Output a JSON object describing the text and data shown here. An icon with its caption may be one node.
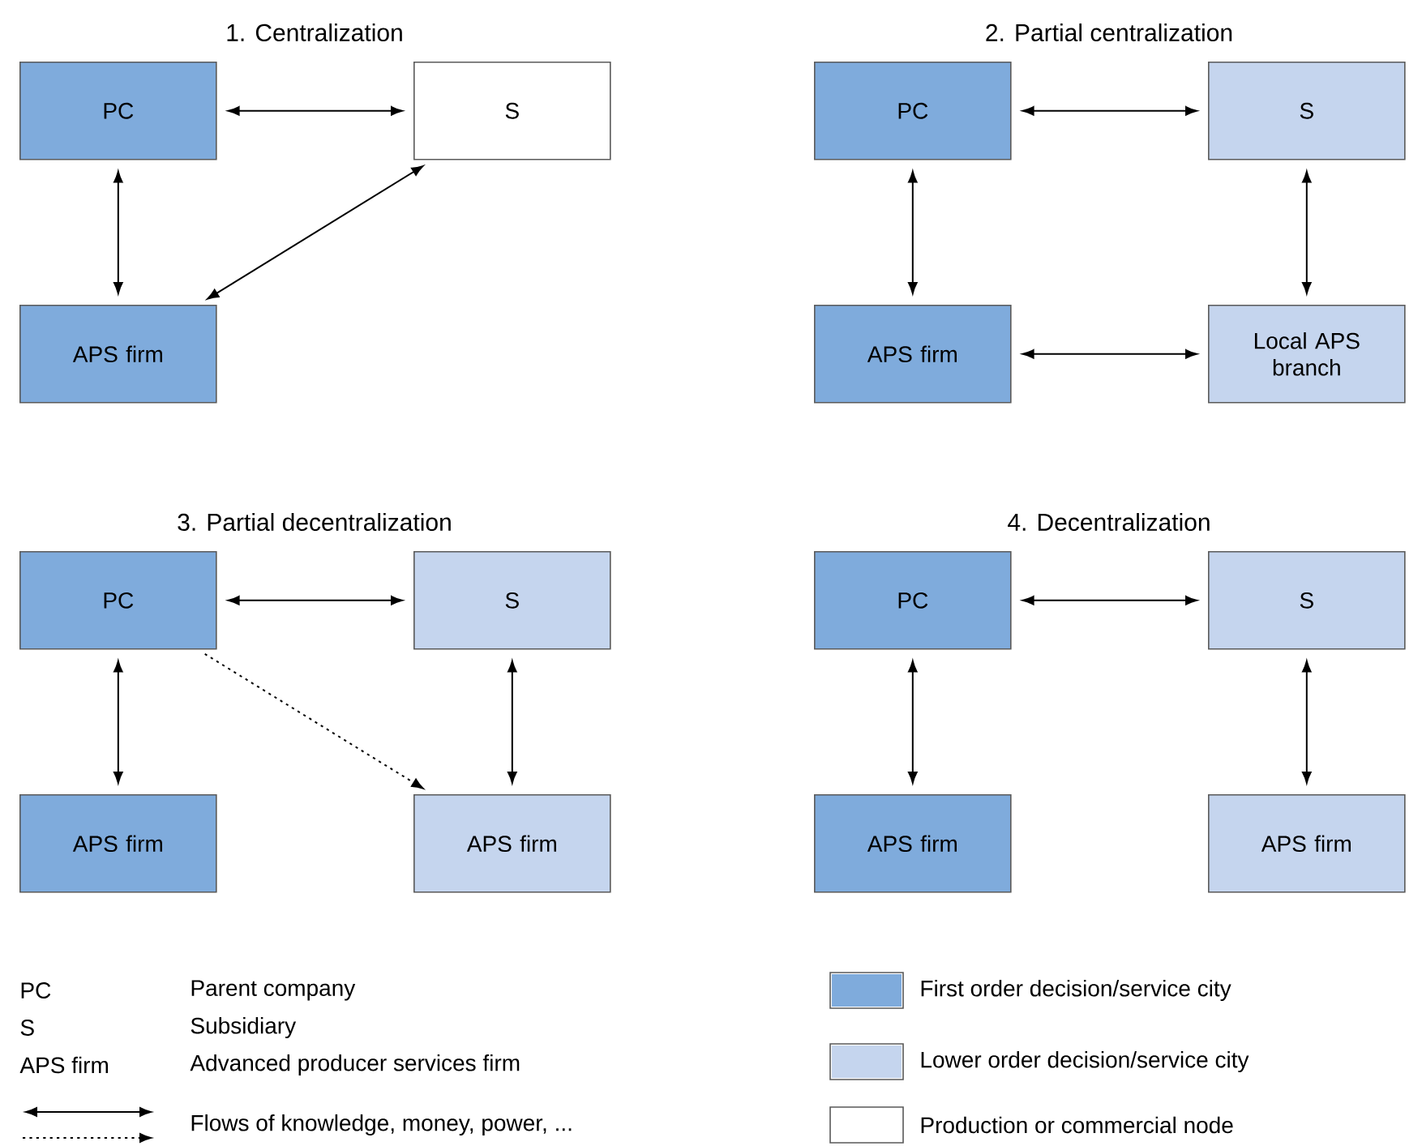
{
  "diagram": {
    "nodes": [
      {
        "text": [
          "PC"
        ]
      },
      {
        "text": [
          "S"
        ]
      },
      {
        "text": [
          "APS firm"
        ]
      },
      {
        "text": [
          "PC"
        ]
      },
      {
        "text": [
          "S"
        ]
      },
      {
        "text": [
          "APS firm"
        ]
      },
      {
        "text": [
          "Local APS branch"
        ]
      },
      {
        "text": [
          "PC"
        ]
      },
      {
        "text": [
          "S"
        ]
      },
      {
        "text": [
          "APS firm"
        ]
      },
      {
        "text": [
          "APS firm"
        ]
      },
      {
        "text": [
          "PC"
        ]
      },
      {
        "text": [
          "S"
        ]
      },
      {
        "text": [
          "APS firm"
        ]
      },
      {
        "text": [
          "APS firm"
        ]
      }
    ],
    "edges": [
      {
        "from": 0,
        "to": 1,
        "arrow": "both"
      },
      {
        "from": 0,
        "to": 2,
        "arrow": "both"
      },
      {
        "from": 2,
        "to": 1,
        "arrow": "both"
      },
      {
        "from": 3,
        "to": 4,
        "arrow": "both"
      },
      {
        "from": 3,
        "to": 5,
        "arrow": "both"
      },
      {
        "from": 4,
        "to": 6,
        "arrow": "both"
      },
      {
        "from": 5,
        "to": 6,
        "arrow": "both"
      },
      {
        "from": 7,
        "to": 8,
        "arrow": "both"
      },
      {
        "from": 7,
        "to": 9,
        "arrow": "both"
      },
      {
        "from": 7,
        "to": 10,
        "arrow": "to",
        "style": "dashed"
      },
      {
        "from": 8,
        "to": 10,
        "arrow": "both"
      },
      {
        "from": 11,
        "to": 12,
        "arrow": "both"
      },
      {
        "from": 11,
        "to": 13,
        "arrow": "both"
      },
      {
        "from": 12,
        "to": 14,
        "arrow": "both"
      }
    ],
    "labels": [
      "1. Centralization",
      "2. Partial centralization",
      "3. Partial decentralization",
      "4. Decentralization",
      "PC",
      "Parent company",
      "S",
      "Subsidiary",
      "APS firm",
      "Advanced producer services firm"
    ],
    "legend": [
      {
        "text": "First order decision/service city",
        "color": "#7fabdc"
      },
      {
        "text": "Lower order decision/service city",
        "color": "#c5d5ee"
      },
      {
        "text": "Flows of knowledge, money, power, ..."
      },
      {
        "text": "Production or commercial node",
        "color": "#ffffff"
      }
    ]
  }
}
